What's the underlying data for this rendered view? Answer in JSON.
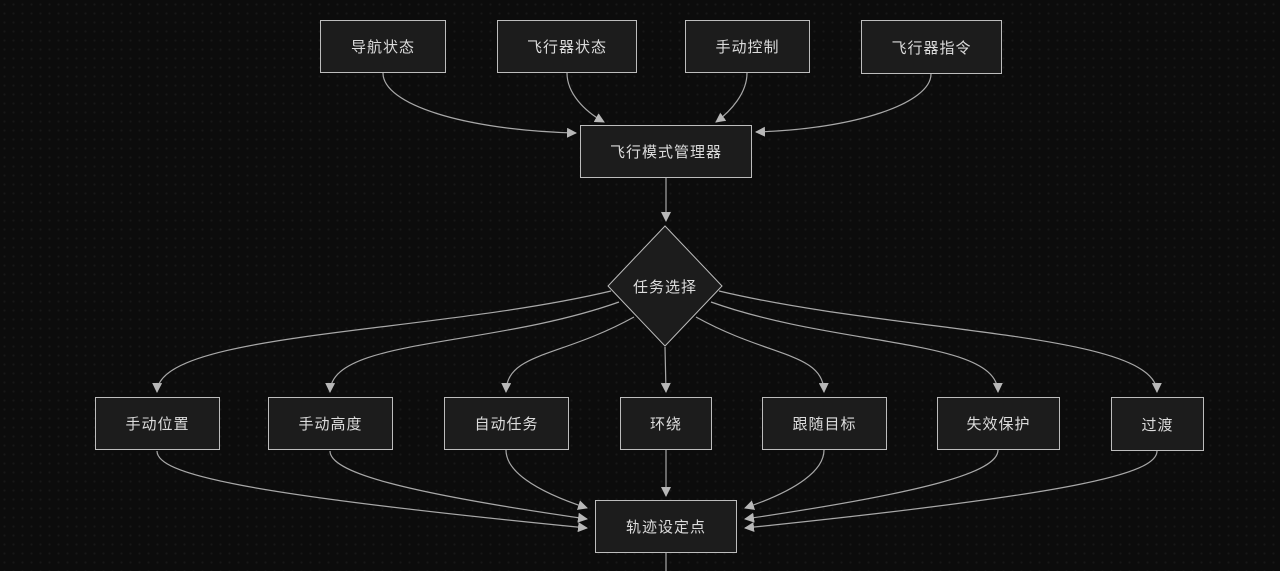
{
  "diagram": {
    "type": "flowchart",
    "theme": {
      "background_color": "#0c0c0c",
      "node_fill": "#1c1c1c",
      "node_border": "#bdbdbd",
      "text_color": "#dcdcdc",
      "edge_color": "#a8a8a8"
    },
    "inputs": [
      {
        "label": "导航状态"
      },
      {
        "label": "飞行器状态"
      },
      {
        "label": "手动控制"
      },
      {
        "label": "飞行器指令"
      }
    ],
    "manager": {
      "label": "飞行模式管理器"
    },
    "decision": {
      "label": "任务选择"
    },
    "modes": [
      {
        "label": "手动位置"
      },
      {
        "label": "手动高度"
      },
      {
        "label": "自动任务"
      },
      {
        "label": "环绕"
      },
      {
        "label": "跟随目标"
      },
      {
        "label": "失效保护"
      },
      {
        "label": "过渡"
      }
    ],
    "output": {
      "label": "轨迹设定点"
    }
  }
}
